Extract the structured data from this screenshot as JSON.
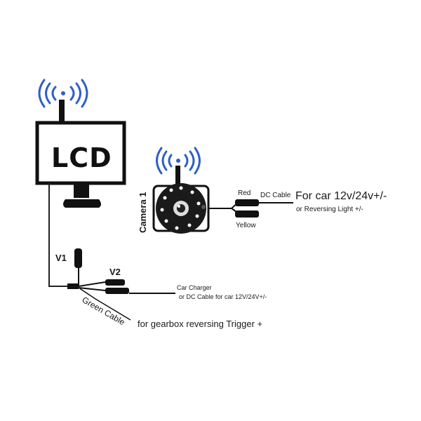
{
  "monitor": {
    "label": "LCD"
  },
  "camera": {
    "label": "Camera 1"
  },
  "camera_cable": {
    "red_label": "Red",
    "yellow_label": "Yellow",
    "dc_cable_label": "DC Cable",
    "power_label": "For car 12v/24v+/-",
    "alt_power_label": "or Reversing Light +/-"
  },
  "monitor_cable": {
    "v1_label": "V1",
    "v2_label": "V2",
    "charger_line1": "Car Charger",
    "charger_line2": "or DC Cable for car 12V/24V+/-",
    "green_cable_label": "Green Cable",
    "trigger_label": "for gearbox reversing Trigger +"
  },
  "icons": [
    "wifi-signal-icon",
    "antenna-icon"
  ],
  "colors": {
    "ink": "#111111",
    "wifi_blue": "#2f5fc4",
    "paper": "#ffffff"
  }
}
